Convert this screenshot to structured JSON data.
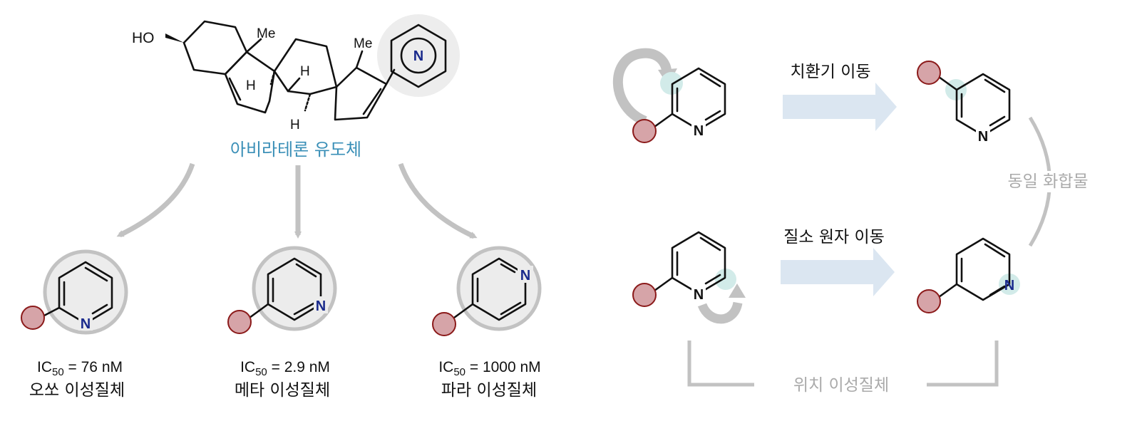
{
  "steroid": {
    "oh_label": "HO",
    "me_label_1": "Me",
    "me_label_2": "Me",
    "h_label_1": "H",
    "h_label_2": "H",
    "h_label_3": "H",
    "n_label": "N",
    "name": "아비라테론 유도체",
    "name_color": "#3a8fb7"
  },
  "isomers": [
    {
      "n_label": "N",
      "ic50_prefix": "IC",
      "ic50_sub": "50",
      "ic50_value": " = 76 nM",
      "name": "오쏘 이성질체"
    },
    {
      "n_label": "N",
      "ic50_prefix": "IC",
      "ic50_sub": "50",
      "ic50_value": " = 2.9 nM",
      "name": "메타 이성질체"
    },
    {
      "n_label": "N",
      "ic50_prefix": "IC",
      "ic50_sub": "50",
      "ic50_value": " = 1000 nM",
      "name": "파라 이성질체"
    }
  ],
  "right_panel": {
    "top_arrow_label": "치환기 이동",
    "bottom_arrow_label": "질소 원자 이동",
    "same_compound_label": "동일 화합물",
    "positional_isomers_label": "위치 이성질체",
    "n_top_left": "N",
    "n_top_right": "N",
    "n_bottom_left": "N",
    "n_bottom_right": "N"
  },
  "colors": {
    "substituent_fill": "#d6a4a8",
    "substituent_stroke": "#8b1a1a",
    "highlight": "#d2ebe9",
    "arrow_fill": "#dbe6f1",
    "gray_arrow": "#c2c2c2",
    "nitrogen": "#1a2a8c"
  }
}
